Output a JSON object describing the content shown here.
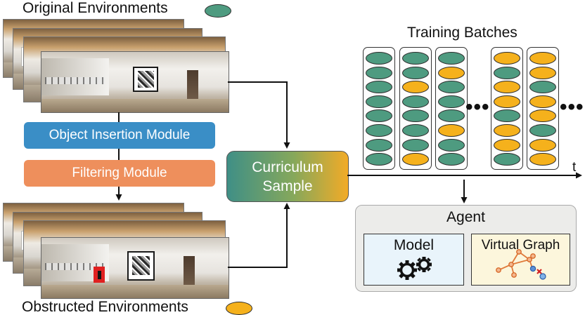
{
  "labels": {
    "original": "Original Environments",
    "obstructed": "Obstructed Environments",
    "training": "Training Batches",
    "time_axis": "t",
    "ellipsis": "•••"
  },
  "modules": {
    "object_insertion": "Object Insertion Module",
    "filtering": "Filtering Module"
  },
  "curriculum": {
    "line1": "Curriculum",
    "line2": "Sample"
  },
  "agent": {
    "title": "Agent",
    "model": "Model",
    "graph": "Virtual Graph"
  },
  "colors": {
    "original_oval": "#4e9b80",
    "obstructed_oval": "#f5b11c",
    "object_insertion_module": "#3a8ec6",
    "filtering_module": "#ee8f5c",
    "model_box": "#e9f4fb",
    "graph_box": "#fcf6dc",
    "obstruction_marker": "#e02020"
  },
  "icons": {
    "model": "gears-icon",
    "graph": "graph-nodes-icon"
  },
  "batches": [
    [
      "o",
      "o",
      "o",
      "o",
      "o",
      "o",
      "o",
      "o"
    ],
    [
      "o",
      "o",
      "b",
      "o",
      "o",
      "o",
      "o",
      "b"
    ],
    [
      "o",
      "b",
      "o",
      "o",
      "o",
      "b",
      "o",
      "o"
    ],
    [
      "b",
      "o",
      "b",
      "b",
      "o",
      "b",
      "b",
      "o"
    ],
    [
      "b",
      "b",
      "o",
      "b",
      "b",
      "o",
      "b",
      "b"
    ]
  ]
}
